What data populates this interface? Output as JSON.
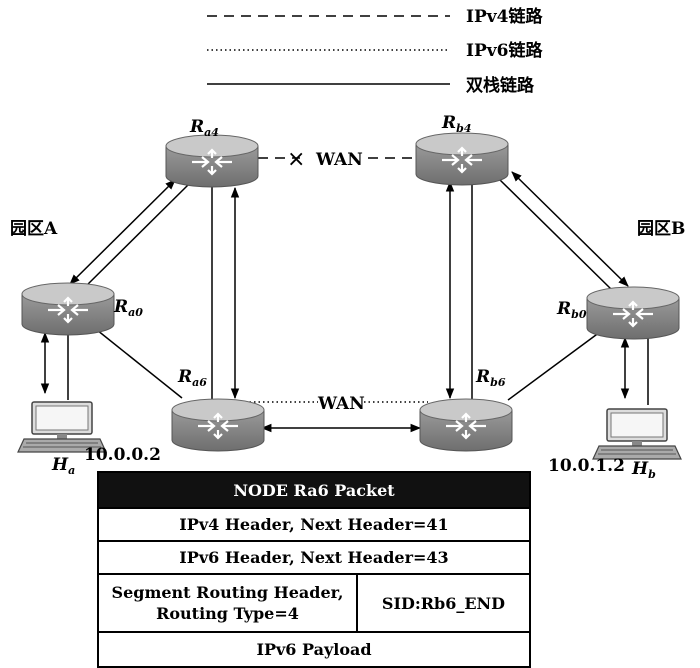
{
  "legend": {
    "ipv4": "IPv4链路",
    "ipv6": "IPv6链路",
    "dual": "双栈链路"
  },
  "campus": {
    "a": "园区A",
    "b": "园区B"
  },
  "routers": {
    "ra4": {
      "main": "R",
      "sub": "a4"
    },
    "rb4": {
      "main": "R",
      "sub": "b4"
    },
    "ra0": {
      "main": "R",
      "sub": "a0"
    },
    "rb0": {
      "main": "R",
      "sub": "b0"
    },
    "ra6": {
      "main": "R",
      "sub": "a6"
    },
    "rb6": {
      "main": "R",
      "sub": "b6"
    }
  },
  "hosts": {
    "ha": {
      "main": "H",
      "sub": "a",
      "ip": "10.0.0.2"
    },
    "hb": {
      "main": "H",
      "sub": "b",
      "ip": "10.0.1.2"
    }
  },
  "links": {
    "wan_top": "WAN",
    "wan_bottom": "WAN",
    "broken_mark": "×"
  },
  "packet": {
    "title": "NODE Ra6 Packet",
    "ipv4_header": "IPv4 Header, Next Header=41",
    "ipv6_header": "IPv6 Header, Next Header=43",
    "srh_line1": "Segment Routing Header,",
    "srh_line2": "Routing Type=4",
    "sid": "SID:Rb6_END",
    "payload": "IPv6 Payload"
  },
  "colors": {
    "router_body": "#8a8a8a",
    "router_top": "#c4c4c4",
    "packet_title_bg": "#111111"
  }
}
